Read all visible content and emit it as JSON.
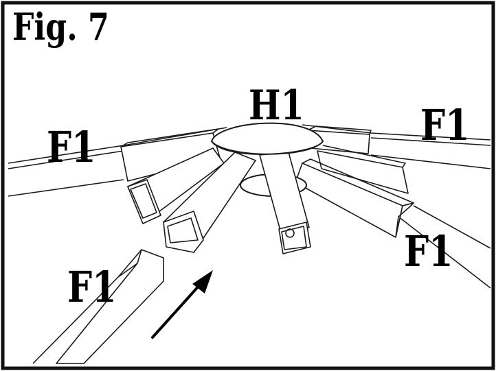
{
  "figure": {
    "title": "Fig. 7",
    "hub_label": "H1",
    "frame_labels": [
      "F1",
      "F1",
      "F1",
      "F1"
    ],
    "stroke_color": "#1a1a1a",
    "background": "#ffffff"
  }
}
